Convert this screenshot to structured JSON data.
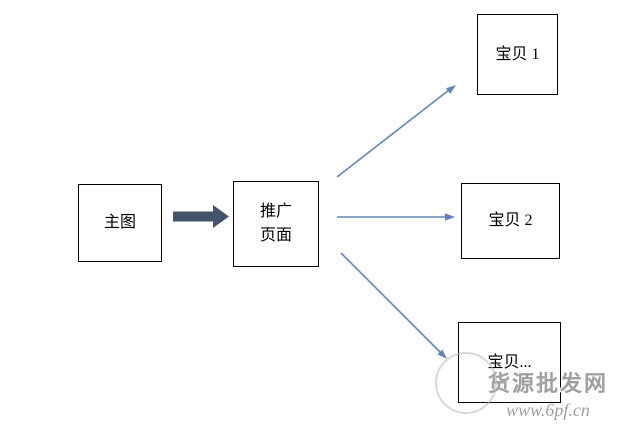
{
  "diagram": {
    "nodes": {
      "main_image": {
        "label": "主图"
      },
      "promo_page": {
        "label": "推广\n页面"
      },
      "item1": {
        "label": "宝贝 1"
      },
      "item2": {
        "label": "宝贝 2"
      },
      "item_more": {
        "label": "宝贝..."
      }
    },
    "colors": {
      "block_arrow": "#44546A",
      "connector": "#6285B8",
      "box_border": "#000000",
      "background": "#FFFFFF"
    }
  },
  "watermark": {
    "site_name": "货源批发网",
    "site_url": "www.6pf.cn",
    "color": "#A0A0A0"
  }
}
